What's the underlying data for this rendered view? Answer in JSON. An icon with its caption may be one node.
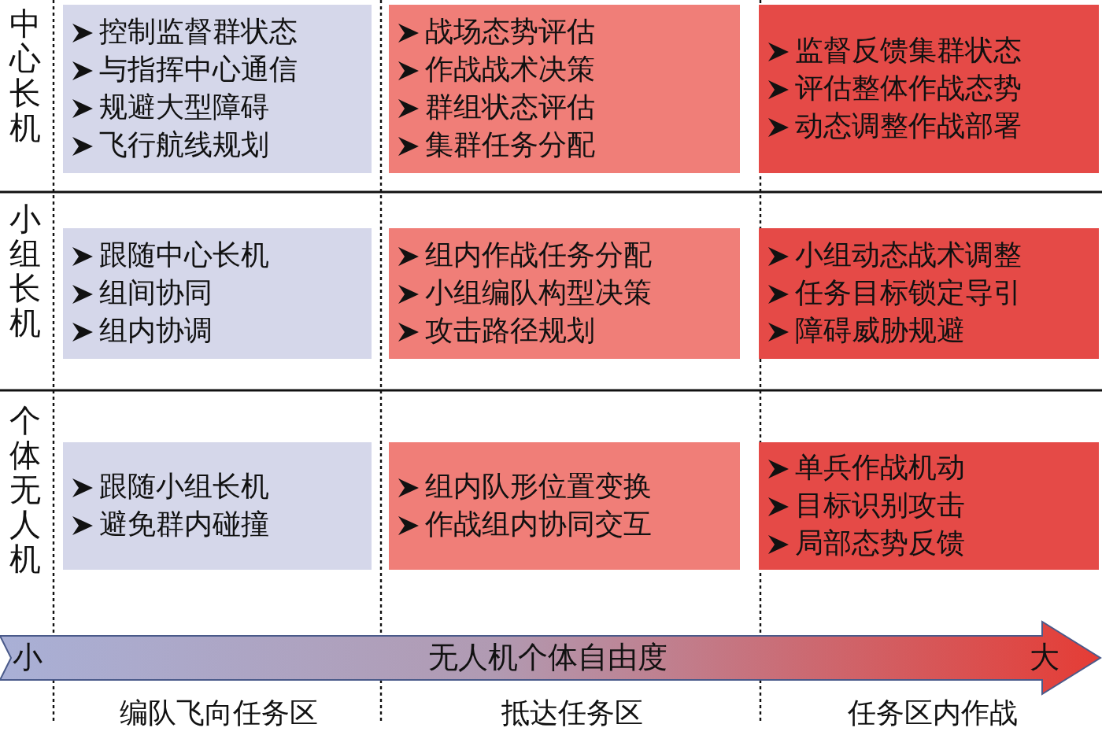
{
  "diagram": {
    "nodes": [
      {
        "text": [
          "控制监督群状态",
          "与指挥中心通信",
          "规避大型障碍",
          "飞行航线规划"
        ]
      },
      {
        "text": [
          "战场态势评估",
          "作战战术决策",
          "群组状态评估",
          "集群任务分配"
        ]
      },
      {
        "text": [
          "监督反馈集群状态",
          "评估整体作战态势",
          "动态调整作战部署"
        ]
      },
      {
        "text": [
          "跟随中心长机",
          "组间协同",
          "组内协调"
        ]
      },
      {
        "text": [
          "组内作战任务分配",
          "小组编队构型决策",
          "攻击路径规划"
        ]
      },
      {
        "text": [
          "小组动态战术调整",
          "任务目标锁定导引",
          "障碍威胁规避"
        ]
      },
      {
        "text": [
          "跟随小组长机",
          "避免群内碰撞"
        ]
      },
      {
        "text": [
          "组内队形位置变换",
          "作战组内协同交互"
        ]
      },
      {
        "text": [
          "单兵作战机动",
          "目标识别攻击",
          "局部态势反馈"
        ]
      },
      {
        "text": [
          "小",
          "无人机个体自由度",
          "大"
        ]
      }
    ],
    "labels": [
      "中心长机",
      "小组长机",
      "个体无人机",
      "编队飞向任务区",
      "抵达任务区",
      "任务区内作战"
    ]
  }
}
